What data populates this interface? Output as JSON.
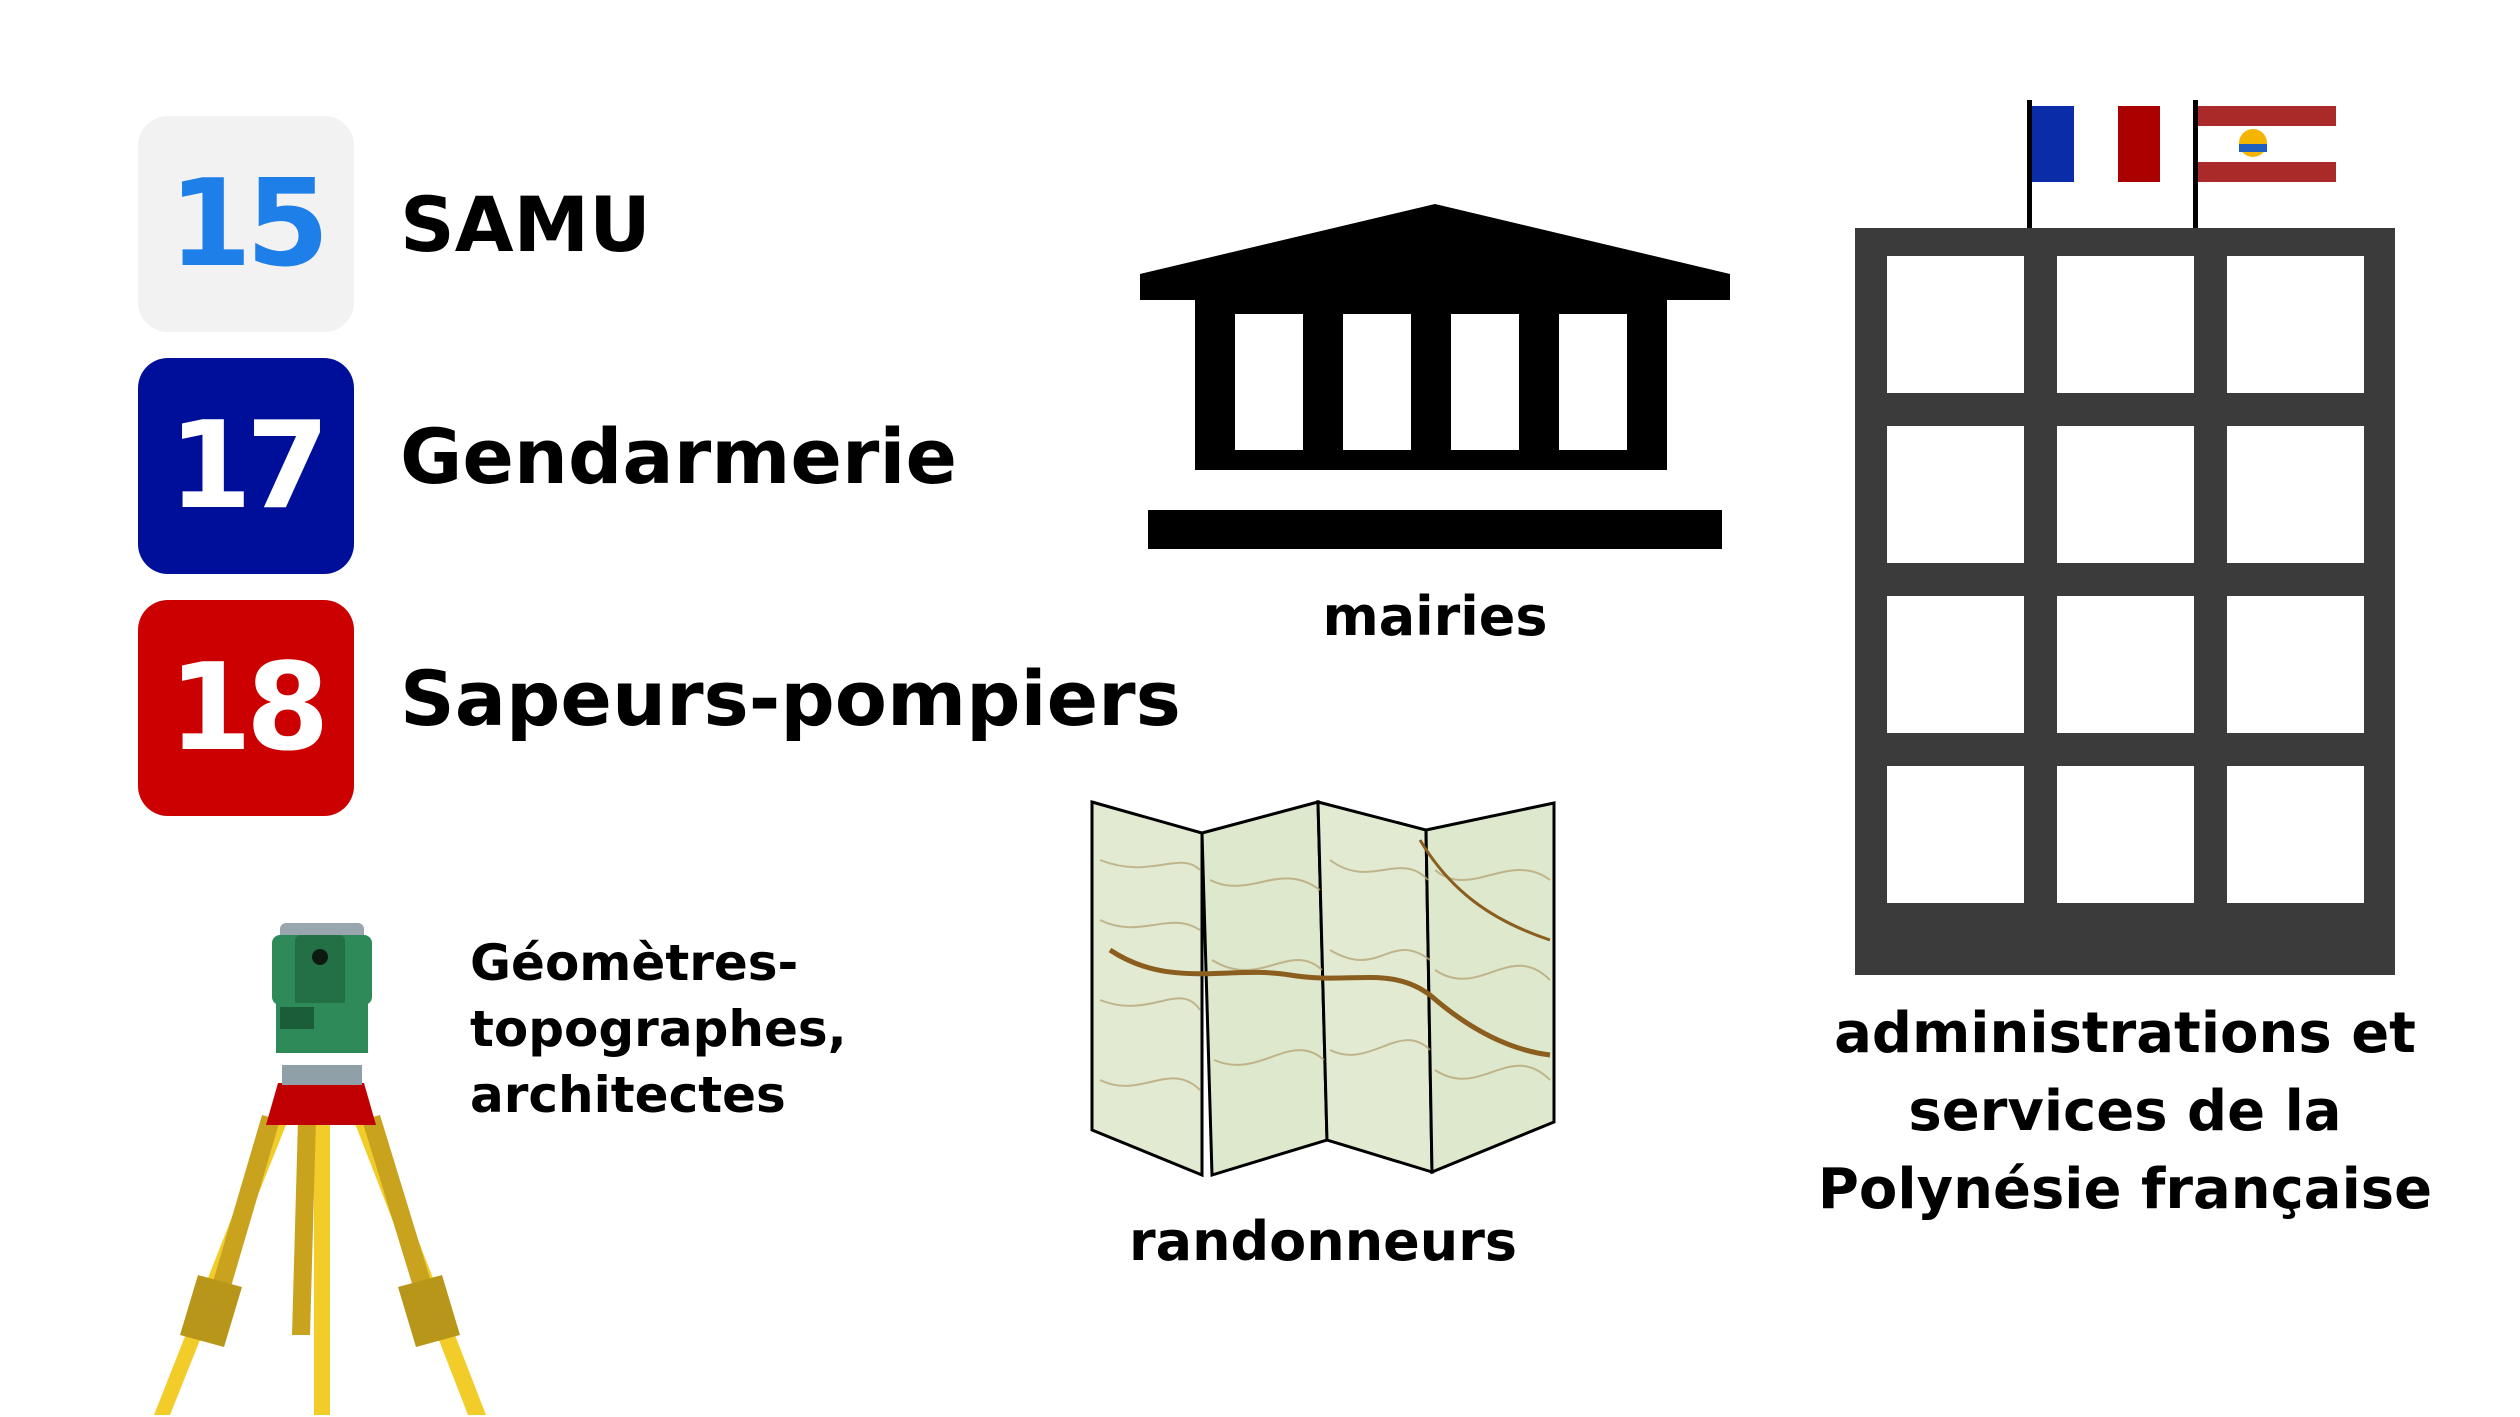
{
  "emergency_numbers": [
    {
      "number": "15",
      "label": "SAMU",
      "badge_color": "#f2f2f2",
      "number_color": "#1f7fe8"
    },
    {
      "number": "17",
      "label": "Gendarmerie",
      "badge_color": "#000f99",
      "number_color": "#ffffff"
    },
    {
      "number": "18",
      "label": "Sapeurs-pompiers",
      "badge_color": "#cc0000",
      "number_color": "#ffffff"
    }
  ],
  "surveyors": {
    "icon": "total-station-tripod-icon",
    "lines": [
      "Géomètres-",
      "topographes,",
      "architectes"
    ]
  },
  "town_halls": {
    "icon": "town-hall-columns-icon",
    "label": "mairies"
  },
  "hikers": {
    "icon": "folded-topographic-map-icon",
    "label": "randonneurs"
  },
  "administration": {
    "icon": "office-building-icon",
    "flags": [
      "france-flag-icon",
      "french-polynesia-flag-icon"
    ],
    "lines": [
      "administrations et",
      "services de la",
      "Polynésie française"
    ]
  }
}
